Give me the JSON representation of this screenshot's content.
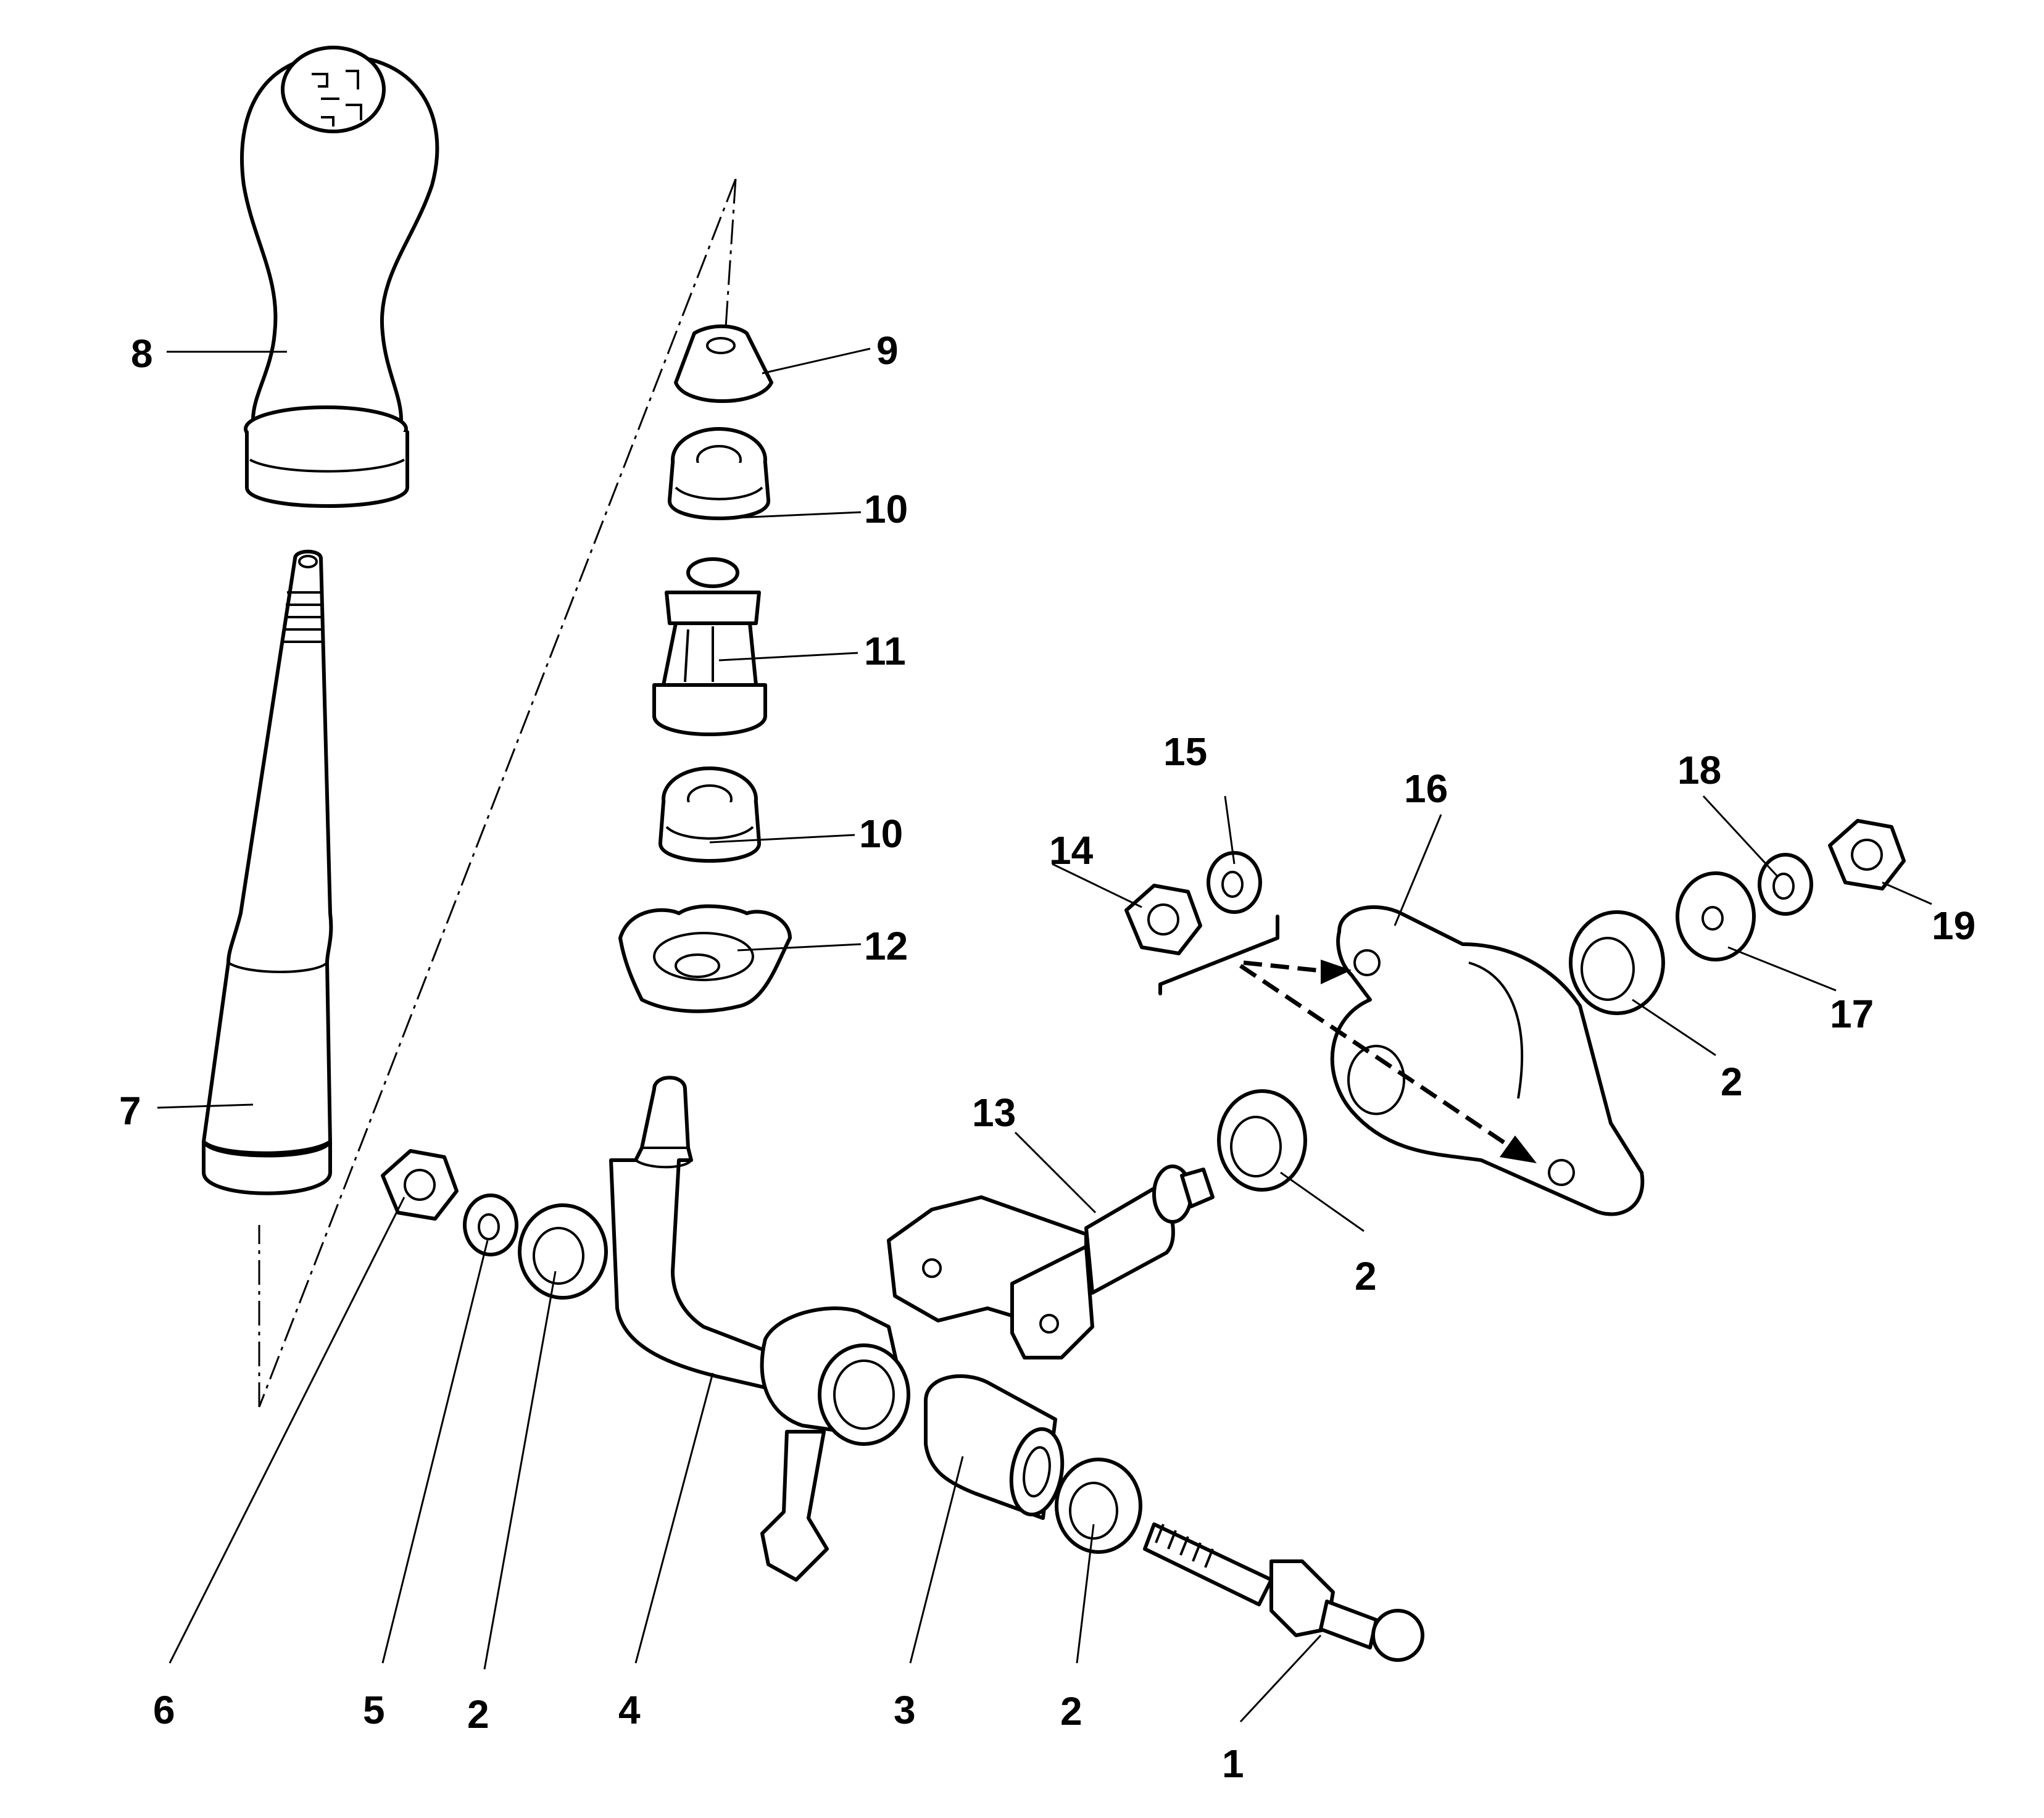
{
  "callouts": [
    {
      "id": "c1",
      "label": "1"
    },
    {
      "id": "c2a",
      "label": "2"
    },
    {
      "id": "c2b",
      "label": "2"
    },
    {
      "id": "c2c",
      "label": "2"
    },
    {
      "id": "c2d",
      "label": "2"
    },
    {
      "id": "c3",
      "label": "3"
    },
    {
      "id": "c4",
      "label": "4"
    },
    {
      "id": "c5",
      "label": "5"
    },
    {
      "id": "c6",
      "label": "6"
    },
    {
      "id": "c7",
      "label": "7"
    },
    {
      "id": "c8",
      "label": "8"
    },
    {
      "id": "c9",
      "label": "9"
    },
    {
      "id": "c10a",
      "label": "10"
    },
    {
      "id": "c10b",
      "label": "10"
    },
    {
      "id": "c11",
      "label": "11"
    },
    {
      "id": "c12",
      "label": "12"
    },
    {
      "id": "c13",
      "label": "13"
    },
    {
      "id": "c14",
      "label": "14"
    },
    {
      "id": "c15",
      "label": "15"
    },
    {
      "id": "c16",
      "label": "16"
    },
    {
      "id": "c17",
      "label": "17"
    },
    {
      "id": "c18",
      "label": "18"
    },
    {
      "id": "c19",
      "label": "19"
    }
  ]
}
